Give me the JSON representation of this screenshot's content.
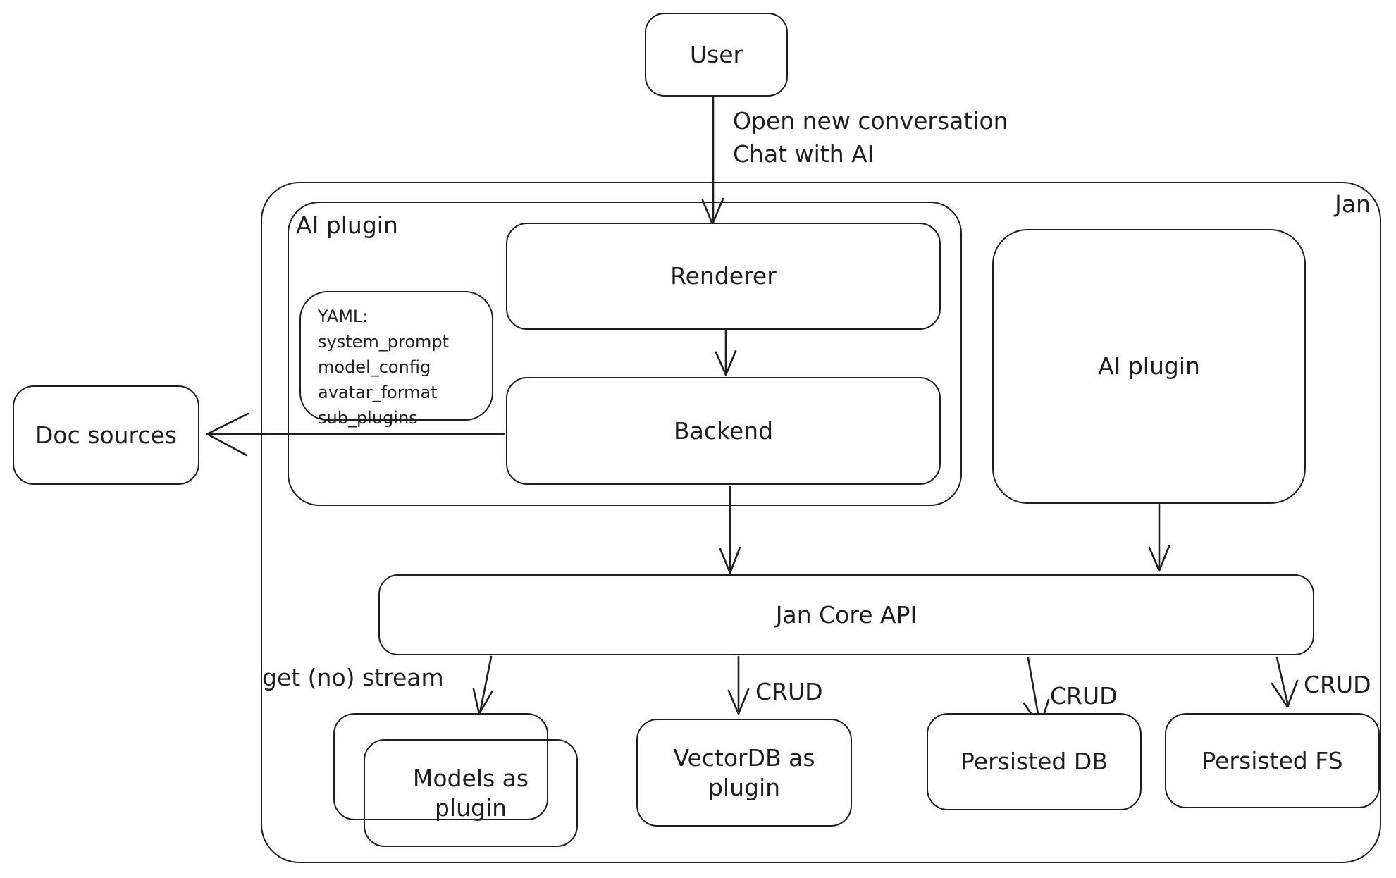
{
  "diagram_title": "Jan architecture diagram",
  "colors": {
    "stroke": "#1e1e1e",
    "background": "#ffffff"
  },
  "nodes": {
    "user": {
      "label": "User"
    },
    "jan": {
      "label": "Jan"
    },
    "ai_plugin_container": {
      "label": "AI plugin"
    },
    "yaml_note": {
      "title": "YAML:",
      "lines": [
        "system_prompt",
        "model_config",
        "avatar_format",
        "sub_plugins"
      ]
    },
    "renderer": {
      "label": "Renderer"
    },
    "backend": {
      "label": "Backend"
    },
    "ai_plugin_right": {
      "label": "AI plugin"
    },
    "doc_sources": {
      "label": "Doc sources"
    },
    "jan_core_api": {
      "label": "Jan Core API"
    },
    "models_plugin": {
      "label": "Models as plugin"
    },
    "vectordb_plugin": {
      "label": "VectorDB as plugin"
    },
    "persisted_db": {
      "label": "Persisted DB"
    },
    "persisted_fs": {
      "label": "Persisted FS"
    }
  },
  "edges": {
    "user_to_renderer": {
      "label_line1": "Open new conversation",
      "label_line2": "Chat with AI"
    },
    "backend_to_doc_sources": {
      "label": ""
    },
    "jancore_to_models": {
      "label": "get (no) stream"
    },
    "jancore_to_vectordb": {
      "label": "CRUD"
    },
    "jancore_to_persisted_db": {
      "label": "CRUD"
    },
    "jancore_to_persisted_fs": {
      "label": "CRUD"
    }
  }
}
